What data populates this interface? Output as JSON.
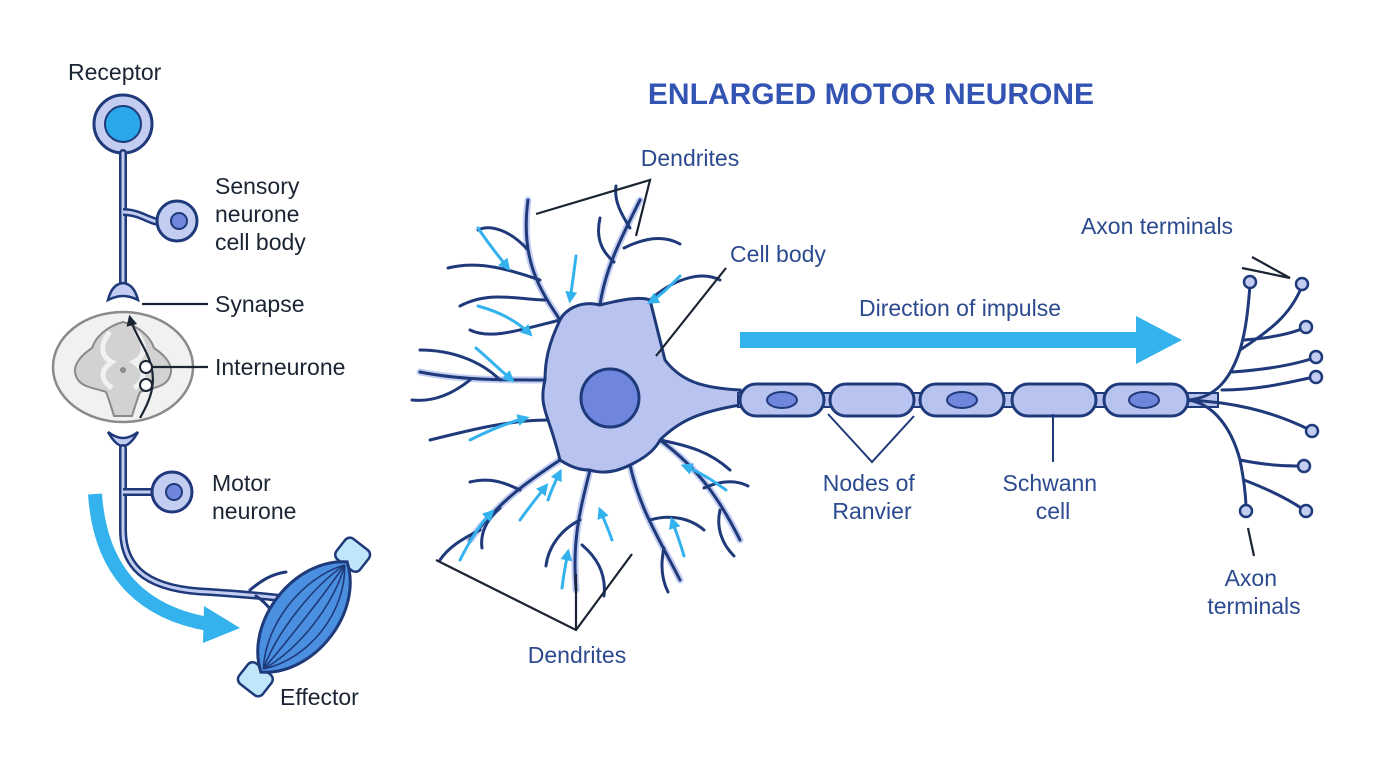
{
  "title": "ENLARGED MOTOR NEURONE",
  "reflex_arc": {
    "receptor": "Receptor",
    "sensory_neurone": [
      "Sensory",
      "neurone",
      "cell body"
    ],
    "synapse": "Synapse",
    "interneurone": "Interneurone",
    "motor_neurone": [
      "Motor",
      "neurone"
    ],
    "effector": "Effector"
  },
  "neurone": {
    "dendrites_top": "Dendrites",
    "dendrites_bottom": "Dendrites",
    "cell_body": "Cell body",
    "direction": "Direction of impulse",
    "axon_terminals_top": "Axon terminals",
    "axon_terminals_bottom": [
      "Axon",
      "terminals"
    ],
    "nodes_of_ranvier": [
      "Nodes of",
      "Ranvier"
    ],
    "schwann_cell": [
      "Schwann",
      "cell"
    ]
  },
  "colors": {
    "accent": "#33b2ee",
    "outline": "#1f3a7a",
    "cell_fill": "#b8c4ef",
    "nucleus": "#6f86dc",
    "title": "#3354b3"
  }
}
